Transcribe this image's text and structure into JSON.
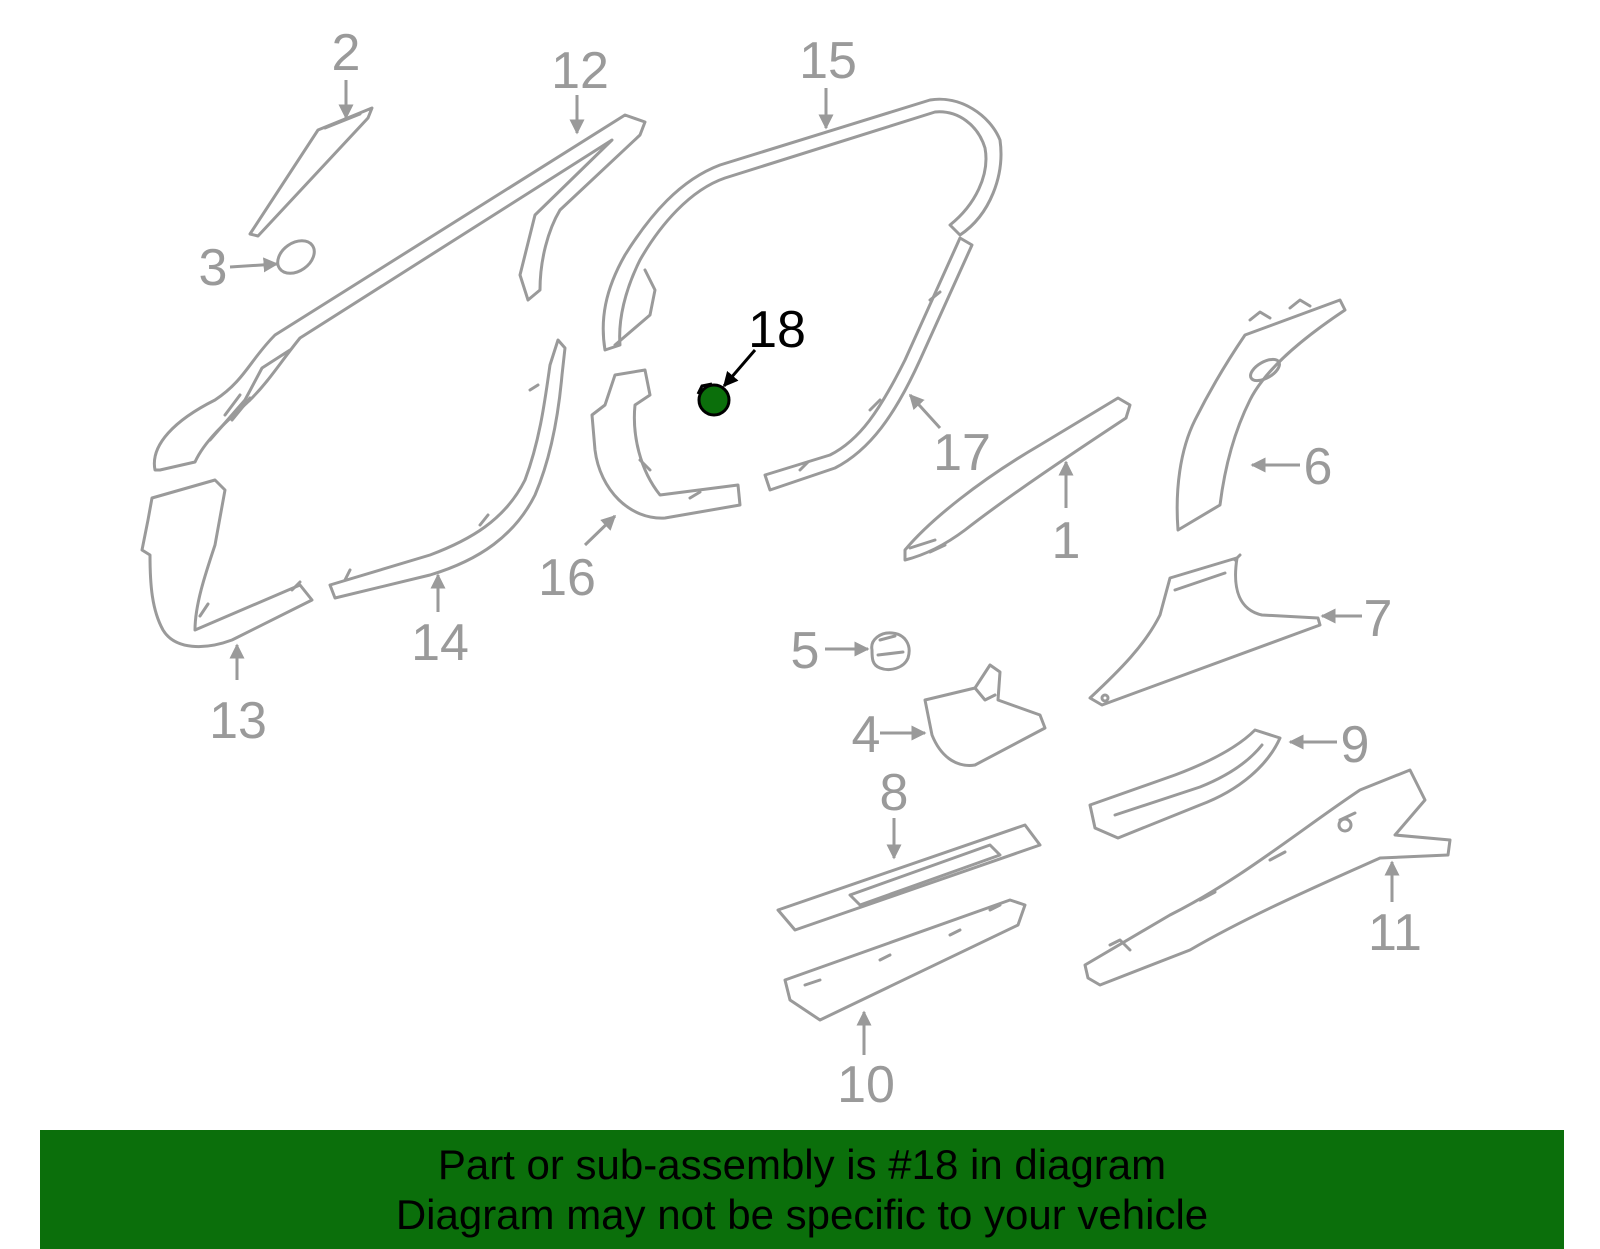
{
  "callouts": {
    "n1": "1",
    "n2": "2",
    "n3": "3",
    "n4": "4",
    "n5": "5",
    "n6": "6",
    "n7": "7",
    "n8": "8",
    "n9": "9",
    "n10": "10",
    "n11": "11",
    "n12": "12",
    "n13": "13",
    "n14": "14",
    "n15": "15",
    "n16": "16",
    "n17": "17",
    "n18": "18"
  },
  "highlight": {
    "part": "18",
    "color": "#0b6f0b"
  },
  "banner": {
    "line1": "Part or sub-assembly is #18 in diagram",
    "line2": "Diagram may not be specific to your vehicle",
    "background": "#0b6f0b"
  },
  "line_color": "#9a9a9a"
}
